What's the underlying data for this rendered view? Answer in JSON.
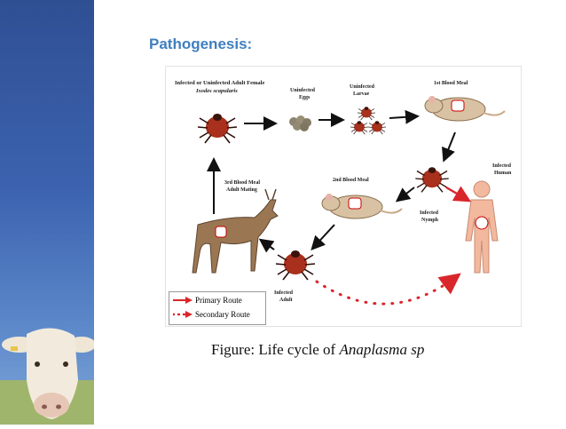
{
  "slide": {
    "title": "Pathogenesis:"
  },
  "diagram": {
    "labels": {
      "adult_female_line1": "Infected or Uninfected Adult Female",
      "adult_female_line2": "Ixodes scapularis",
      "eggs_line1": "Uninfected",
      "eggs_line2": "Eggs",
      "larvae_line1": "Uninfected",
      "larvae_line2": "Larvae",
      "first_meal": "1st Blood Meal",
      "second_meal": "2nd Blood Meal",
      "third_meal_line1": "3rd Blood Meal",
      "third_meal_line2": "Adult Mating",
      "human_line1": "Infected",
      "human_line2": "Human",
      "nymph_line1": "Infected",
      "nymph_line2": "Nymph",
      "adult_line1": "Infected",
      "adult_line2": "Adult"
    },
    "legend": {
      "primary": "Primary Route",
      "secondary": "Secondary Route"
    },
    "colors": {
      "primary_route": "#d9262b",
      "secondary_route": "#d9262b",
      "tick_body": "#a8301c",
      "arrow": "#111111"
    }
  },
  "caption": {
    "prefix": "Figure: Life cycle of ",
    "species": "Anaplasma sp"
  }
}
